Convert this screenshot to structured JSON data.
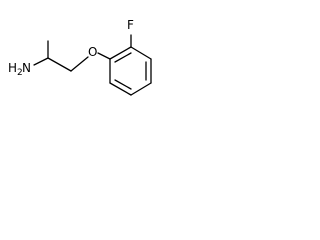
{
  "molecule": {
    "atoms": {
      "amine_h": "H",
      "amine_sub": "2",
      "amine_n": "N",
      "oxygen": "O",
      "fluorine": "F"
    }
  }
}
